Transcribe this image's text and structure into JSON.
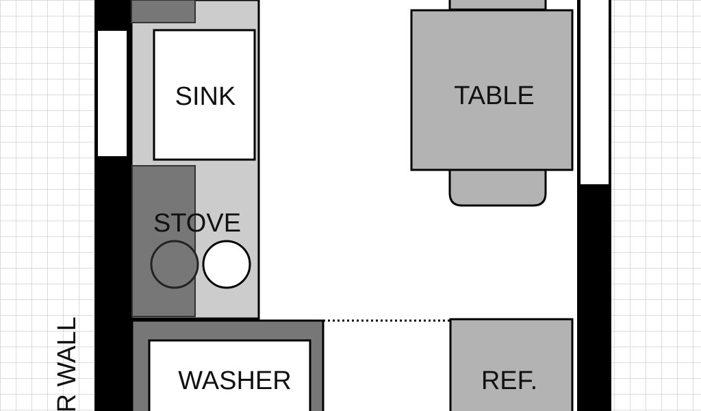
{
  "labels": {
    "sink": "SINK",
    "stove": "STOVE",
    "table": "TABLE",
    "washer": "WASHER",
    "refrigerator": "REF.",
    "outer_wall": "ER WALL"
  },
  "colors": {
    "wall": "#000000",
    "counter": "#cccccc",
    "dark_fixture": "#777777",
    "furniture": "#b3b3b3",
    "grid_line": "#cfcfcf"
  }
}
